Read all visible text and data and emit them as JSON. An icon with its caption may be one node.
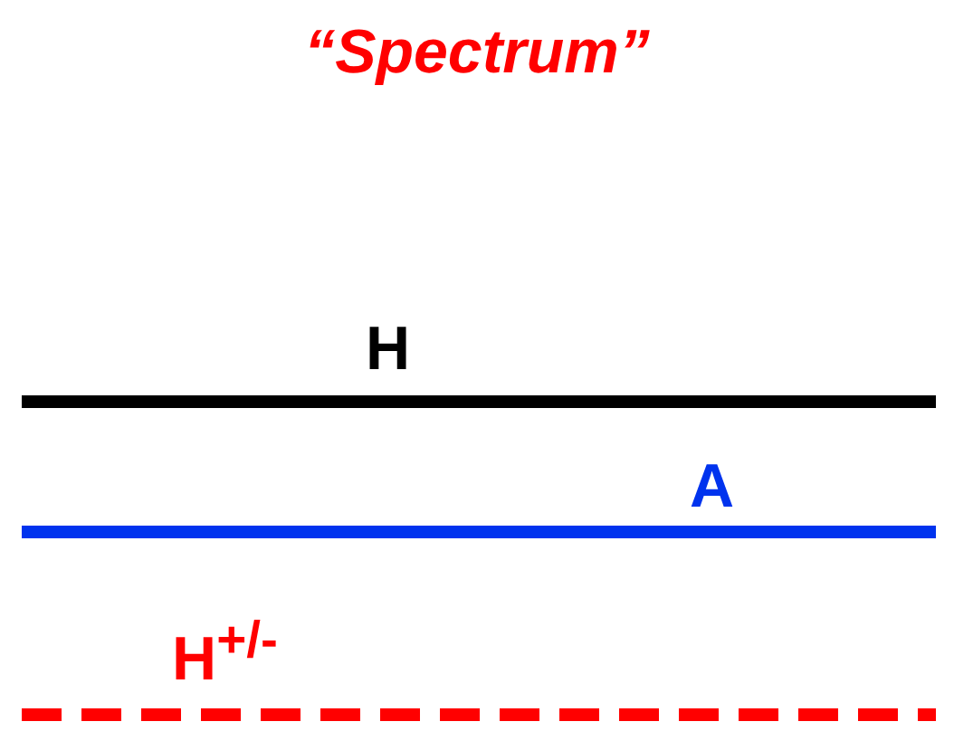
{
  "diagram": {
    "title": "“Spectrum”",
    "labels": [
      "H",
      "A",
      "H$^{+/-}$"
    ]
  }
}
